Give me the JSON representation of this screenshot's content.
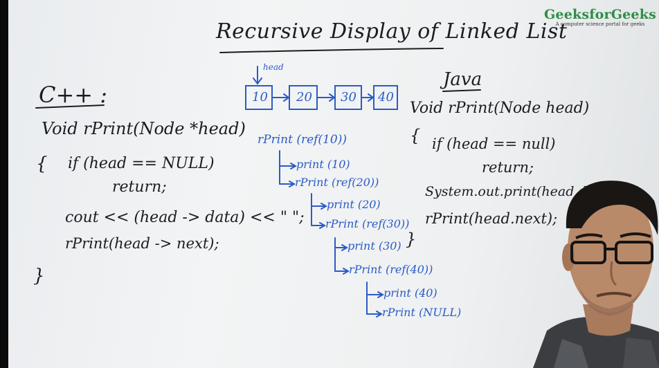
{
  "logo": {
    "brand": "GeeksforGeeks",
    "tagline": "A computer science portal for geeks"
  },
  "title": "Recursive Display of Linked List",
  "cpp": {
    "heading": "C++ :",
    "lines": [
      "Void  rPrint(Node *head)",
      "{",
      "if (head == NULL)",
      "return;",
      "cout << (head -> data) << \" \";",
      "rPrint(head -> next);",
      "}"
    ]
  },
  "java": {
    "heading": "Java",
    "lines": [
      "Void  rPrint(Node head)",
      "{",
      "if (head == null)",
      "return;",
      "System.out.print(head.data+\" \");",
      "rPrint(head.next);",
      "}"
    ]
  },
  "linked_list": {
    "head_label": "head",
    "nodes": [
      "10",
      "20",
      "30",
      "40"
    ]
  },
  "trace": [
    "rPrint (ref(10))",
    "print (10)",
    "rPrint (ref(20))",
    "print (20)",
    "rPrint (ref(30))",
    "print (30)",
    "rPrint (ref(40))",
    "print (40)",
    "rPrint (NULL)"
  ],
  "colors": {
    "ink_black": "#1c1c22",
    "ink_blue": "#2a5bc6",
    "brand_green": "#2f8d46",
    "board": "#eef0f1"
  }
}
